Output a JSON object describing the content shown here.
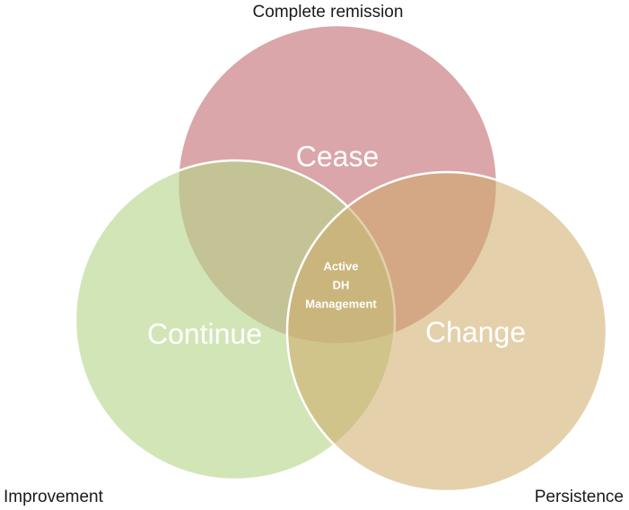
{
  "diagram": {
    "outer_labels": {
      "top": "Complete remission",
      "bottom_left": "Improvement",
      "bottom_right": "Persistence"
    },
    "circles": {
      "top": {
        "label": "Cease",
        "color": "#d9959a"
      },
      "left": {
        "label": "Continue",
        "color": "#c6dd9f"
      },
      "right": {
        "label": "Change",
        "color": "#dfc494"
      }
    },
    "center": {
      "line1": "Active",
      "line2": "DH",
      "line3": "Management"
    }
  }
}
